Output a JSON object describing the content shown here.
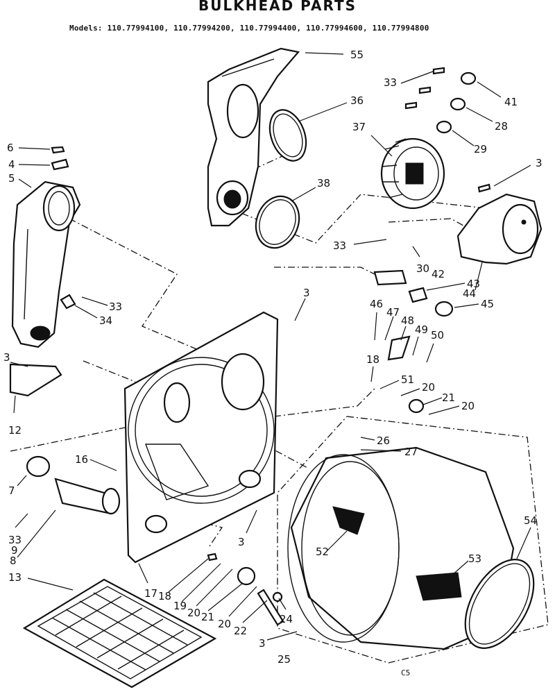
{
  "title": "BULKHEAD PARTS",
  "models": "Models: 110.77994100, 110.77994200, 110.77994400, 110.77994600, 110.77994800",
  "footer_code": "C5",
  "callouts": [
    "55",
    "36",
    "33",
    "41",
    "28",
    "29",
    "37",
    "3",
    "6",
    "4",
    "5",
    "38",
    "33",
    "30",
    "42",
    "43",
    "44",
    "45",
    "33",
    "34",
    "3",
    "46",
    "47",
    "48",
    "49",
    "50",
    "3",
    "18",
    "51",
    "20",
    "21",
    "20",
    "12",
    "16",
    "7",
    "26",
    "27",
    "33",
    "9",
    "8",
    "3",
    "52",
    "54",
    "53",
    "13",
    "17",
    "18",
    "19",
    "20",
    "21",
    "20",
    "22",
    "24",
    "3",
    "25"
  ]
}
